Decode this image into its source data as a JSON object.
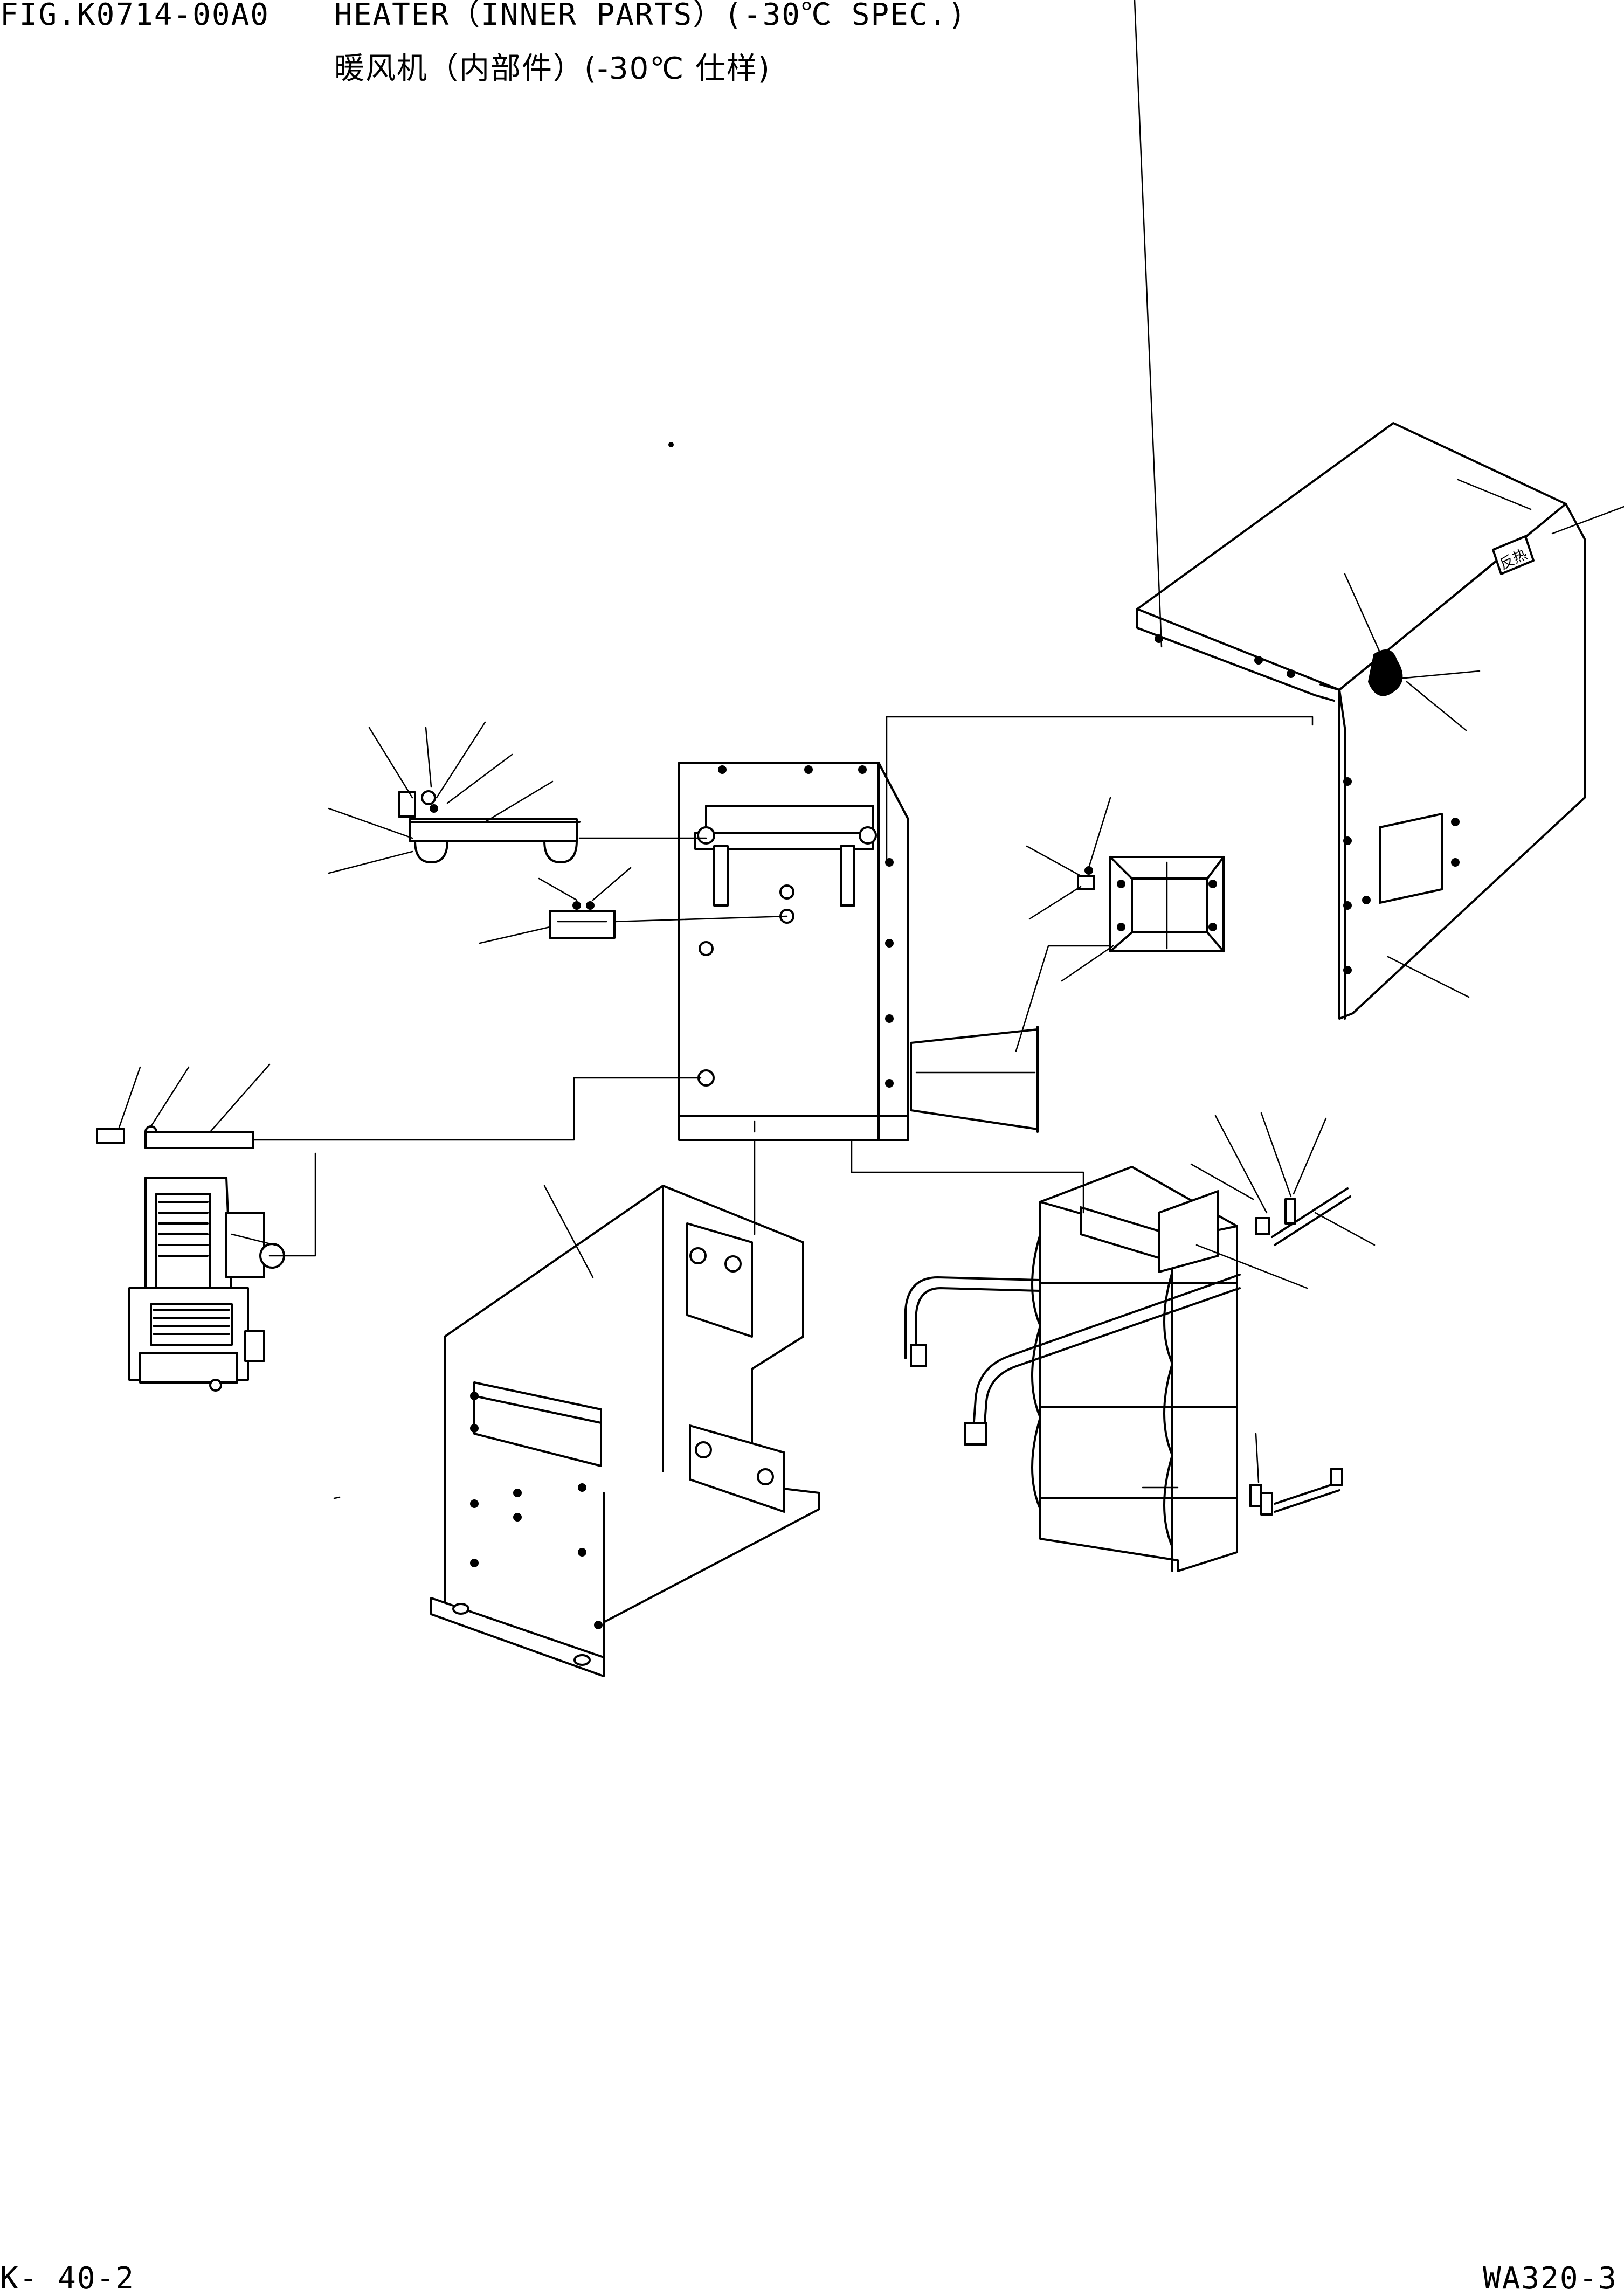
{
  "header": {
    "fig_code": "FIG.K0714-00A0",
    "title_en": "HEATER（INNER PARTS）(-30℃ SPEC.)",
    "title_zh": "暖风机（内部件）(-30℃ 仕样)"
  },
  "footer": {
    "page_no": "K- 40-2",
    "model_no": "WA320-3"
  },
  "diagram_labels": {
    "nameplate": "反热"
  }
}
